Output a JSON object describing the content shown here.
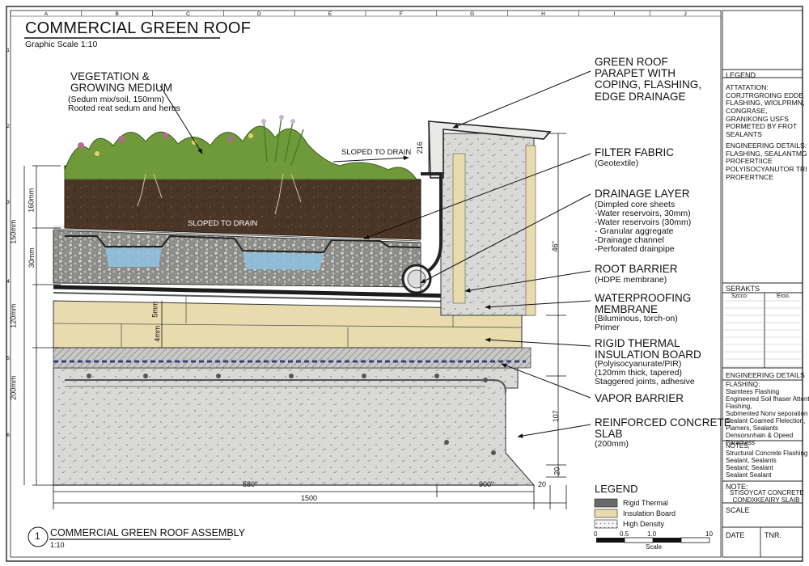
{
  "title": "COMMERCIAL GREEN ROOF",
  "scale_note": "Graphic Scale 1:10",
  "grid_letters": [
    "A",
    "B",
    "C",
    "D",
    "E",
    "F",
    "G",
    "H",
    "I",
    "J"
  ],
  "grid_numbers": [
    "1",
    "2",
    "3",
    "4",
    "5",
    "6"
  ],
  "layers": {
    "vegetation": {
      "title": "VEGETATION &\nGROWING MEDIUM",
      "desc": "(Sedum mix/soil, 150mm)\nRooted reat sedum and herbs"
    },
    "parapet": {
      "title": "GREEN ROOF\nPARAPET WITH\nCOPING, FLASHING,\nEDGE DRAINAGE"
    },
    "filter": {
      "title": "FILTER FABRIC",
      "desc": "(Geotextile)"
    },
    "drainage": {
      "title": "DRAINAGE LAYER",
      "desc": "(Dimpled core sheets\n-Water reservoirs, 30mm)\n-Water reservoirs (30mm)\n- Granular aggregate\n-Drainage channel\n-Perforated drainpipe"
    },
    "root": {
      "title": "ROOT BARRIER",
      "desc": "(HDPE membrane)"
    },
    "waterproof": {
      "title": "WATERPROOFING\nMEMBRANE",
      "desc": "(Biluminous, torch-on)\nPrimer"
    },
    "insulation": {
      "title": "RIGID THERMAL\nINSULATION BOARD",
      "desc": "(Polyisocyanurate/PIR)\n(120mm thick, tapered)\nStaggered joints, adhesive"
    },
    "vapor": {
      "title": "VAPOR BARRIER"
    },
    "slab": {
      "title": "REINFORCED CONCRETE\nSLAB",
      "desc": "(200mm)"
    }
  },
  "slope_labels": [
    "SLOPED TO DRAIN",
    "SLOPED TO DRAIN"
  ],
  "dimensions": {
    "left": [
      "150mm",
      "160mm",
      "30mm",
      "120mm",
      "200mm"
    ],
    "inner": [
      "5mm",
      "4mm"
    ],
    "right": [
      "216",
      "46\"",
      "107",
      "20"
    ],
    "bottom": [
      "580\"",
      "900\"",
      "20",
      "1500"
    ]
  },
  "legend": {
    "title": "LEGEND",
    "items": [
      {
        "label": "Rigid Thermal",
        "swatch": "dark"
      },
      {
        "label": "Insulation Board",
        "swatch": "tan"
      },
      {
        "label": "High Density",
        "swatch": "dots"
      }
    ],
    "scale_ticks": [
      "0",
      "0.5",
      "1.0",
      "10"
    ],
    "scale_label": "Scale"
  },
  "assembly": {
    "number": "1",
    "title": "COMMERCIAL GREEN ROOF ASSEMBLY",
    "scale": "1:10"
  },
  "title_block": {
    "legend_header": "LEGEND",
    "attatation": "ATTATATION:\nCORJTRGROING EDDE\nFLASHING, WIOLPRMN,\nCONGRASE,\nGRANIKONG USFS\nPORMETED BY FROT\nSEALANTS",
    "eng_details_1": "ENGINEERING DETAILS:\nFLASHING, SEALANTMG\nPROFERTIICE\nPOLYISOCYANUTOR TRI\nPROFERTNCE",
    "serakts": "SERAKTS",
    "serakts_cols": [
      "Szcco",
      "Eroo."
    ],
    "eng_header": "ENGINEERING DETAILS",
    "eng_details_2": "FLASHINQ;\nStamtees Flashing\nEngineered Soil fhaser Attent\nFlashing,\nSubmented Nonv seporation\nSealant Coamed Flelection,\nPiamers, Sealants\nDensorsnhain & Opeed\nParamess",
    "notes": "NOTES;\nStructural Concrete Flashing\nSealant, Sealants\nSealant; Sealant\nSealant Sealant",
    "note_label": "NOTE:",
    "note_text": "STISOYCAT CONCRETE\nCONDXKEAIRY SLAIB",
    "scale_label": "SCALE",
    "date_label": "DATE",
    "tnr_label": "TNR."
  },
  "colors": {
    "soil": "#4a3424",
    "insulation": "#e8dcae",
    "concrete": "#d6d6d4",
    "water": "#8fc0de",
    "gravel": "#9b9b98",
    "vegetation": "#6e9a3a"
  }
}
